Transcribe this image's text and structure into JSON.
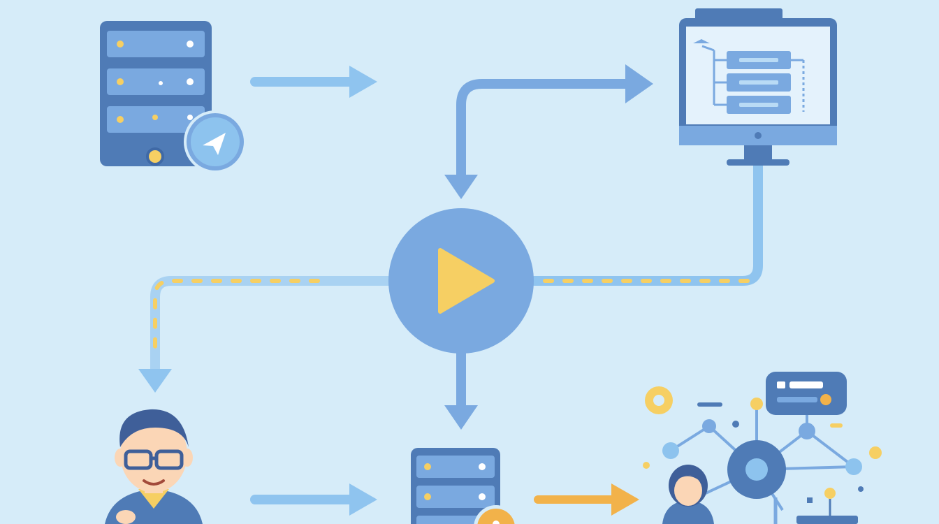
{
  "diagram": {
    "kind": "process-flow",
    "colors": {
      "background": "#d6ecf9",
      "dark_blue": "#4f7bb6",
      "mid_blue": "#7aa9e0",
      "light_blue": "#8dc3ee",
      "arrow_blue": "#8fc4ef",
      "yellow": "#f6cf63",
      "orange": "#f2b24a",
      "skin": "#fbd6b6",
      "hair": "#3f5f99"
    },
    "nodes": [
      {
        "id": "server-top-left",
        "icon": "server-rack-icon",
        "badge": "send-badge-icon"
      },
      {
        "id": "monitor-top-right",
        "icon": "monitor-tree-icon"
      },
      {
        "id": "central-process",
        "icon": "play-circle-icon"
      },
      {
        "id": "user-bottom-left",
        "icon": "person-glasses-icon"
      },
      {
        "id": "server-bottom-center",
        "icon": "server-rack-icon"
      },
      {
        "id": "network-bottom-right",
        "icon": "network-hub-icon"
      }
    ],
    "edges": [
      {
        "from": "server-top-left",
        "to": "monitor-top-right",
        "style": "solid"
      },
      {
        "from": "monitor-top-right",
        "to": "central-process",
        "style": "solid-elbow"
      },
      {
        "from": "monitor-top-right",
        "to": "central-process",
        "style": "dotted"
      },
      {
        "from": "central-process",
        "to": "user-bottom-left",
        "style": "dotted-elbow"
      },
      {
        "from": "central-process",
        "to": "server-bottom-center",
        "style": "solid"
      },
      {
        "from": "user-bottom-left",
        "to": "server-bottom-center",
        "style": "solid"
      },
      {
        "from": "server-bottom-center",
        "to": "network-bottom-right",
        "style": "solid-orange"
      }
    ]
  }
}
